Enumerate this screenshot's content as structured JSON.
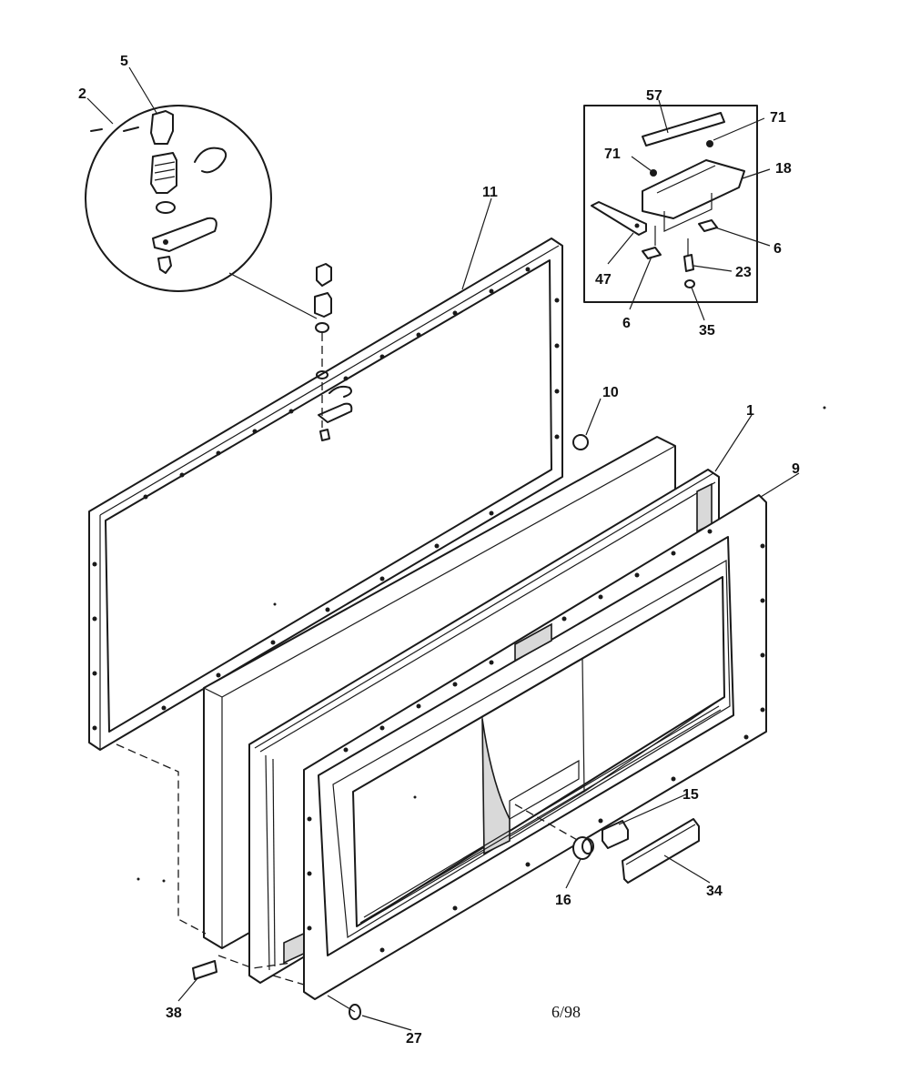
{
  "callouts": {
    "c2": "2",
    "c5": "5",
    "c11": "11",
    "c57": "57",
    "c71a": "71",
    "c71b": "71",
    "c18": "18",
    "c6a": "6",
    "c47": "47",
    "c23": "23",
    "c6b": "6",
    "c35": "35",
    "c10": "10",
    "c1": "1",
    "c9": "9",
    "c15": "15",
    "c16": "16",
    "c34": "34",
    "c38": "38",
    "c27": "27"
  },
  "footer": {
    "date": "6/98"
  }
}
